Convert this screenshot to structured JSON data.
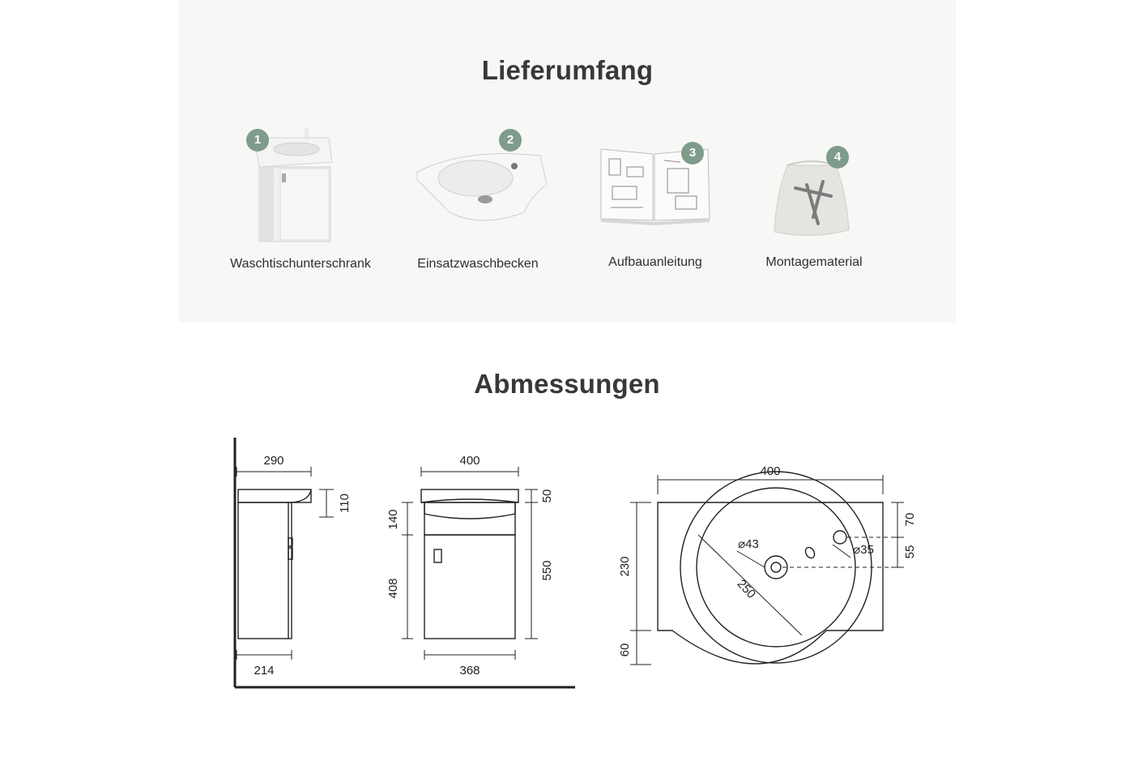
{
  "scope": {
    "title": "Lieferumfang",
    "items": [
      {
        "number": "1",
        "label": "Waschtischunterschrank",
        "icon": "vanity-cabinet-icon"
      },
      {
        "number": "2",
        "label": "Einsatzwaschbecken",
        "icon": "washbasin-icon"
      },
      {
        "number": "3",
        "label": "Aufbauanleitung",
        "icon": "instruction-manual-icon"
      },
      {
        "number": "4",
        "label": "Montagematerial",
        "icon": "mounting-kit-bag-icon"
      }
    ],
    "badge_color": "#7f9b8b"
  },
  "dimensions": {
    "title": "Abmessungen",
    "side_view": {
      "top_depth": "290",
      "basin_height": "110",
      "bottom_depth": "214"
    },
    "front_view": {
      "top_width": "400",
      "rim_height": "50",
      "basin_height": "140",
      "door_height": "408",
      "total_height": "550",
      "bottom_width": "368"
    },
    "top_view": {
      "width": "400",
      "depth": "230",
      "front_bulge": "60",
      "bowl_diameter": "250",
      "drain_diameter": "⌀43",
      "tap_hole_diameter": "⌀35",
      "tap_offset": "70",
      "tap_spacing": "55"
    }
  }
}
